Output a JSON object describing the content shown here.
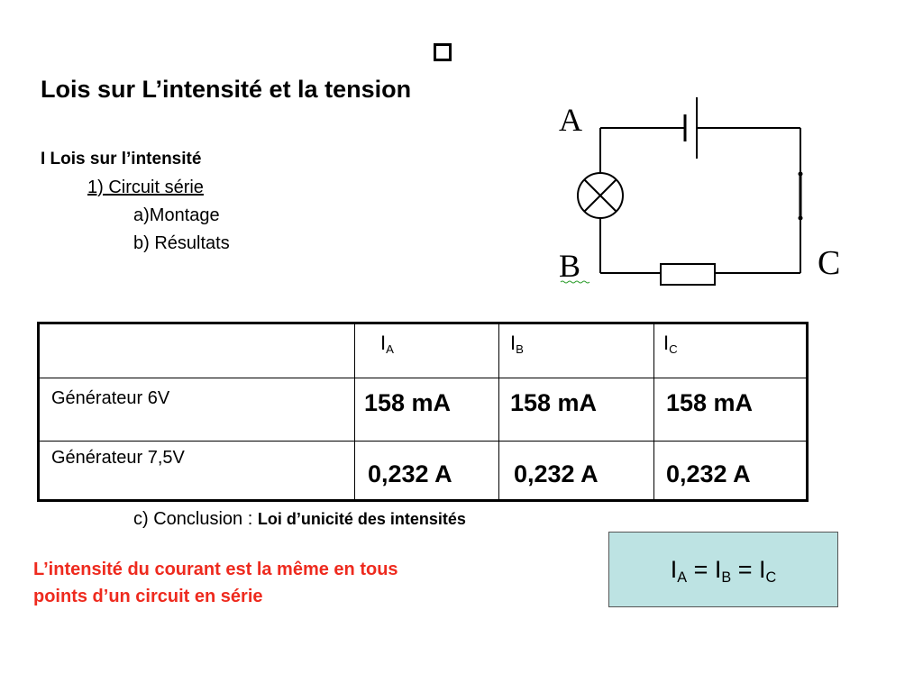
{
  "slide": {
    "title": "Lois sur L’intensité et la tension",
    "section": "I Lois sur l’intensité",
    "subsection": "1) Circuit série",
    "item_a": "a)Montage",
    "item_b": "b) Résultats",
    "conclusion_prefix": "c) Conclusion : ",
    "conclusion_bold": "Loi d’unicité des intensités",
    "red_line1": "L’intensité du courant est la même en tous",
    "red_line2": "points d’un circuit en série"
  },
  "diagram": {
    "label_a": "A",
    "label_b": "B",
    "label_c": "C"
  },
  "table": {
    "headers": [
      {
        "main": "I",
        "sub": "A"
      },
      {
        "main": "I",
        "sub": "B"
      },
      {
        "main": "I",
        "sub": "C"
      }
    ],
    "rows": [
      {
        "label": "Générateur 6V",
        "values": [
          "158 mA",
          "158 mA",
          "158 mA"
        ]
      },
      {
        "label": "Générateur 7,5V",
        "values": [
          "0,232 A",
          "0,232 A",
          "0,232 A"
        ]
      }
    ]
  },
  "formula": {
    "i": "I",
    "eq": " = ",
    "sub_a": "A",
    "sub_b": "B",
    "sub_c": "C"
  },
  "colors": {
    "red_text": "#ee2a1e",
    "formula_bg": "#bde3e3"
  }
}
